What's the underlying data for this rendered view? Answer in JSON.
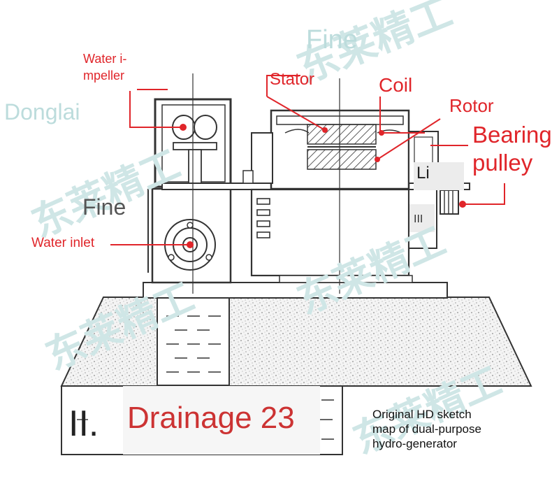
{
  "labels": {
    "water_impeller_line1": "Water i-",
    "water_impeller_line2": "mpeller",
    "stator": "Stator",
    "coil": "Coil",
    "rotor": "Rotor",
    "bearing": "Bearing",
    "pulley": "pulley",
    "water_inlet": "Water inlet",
    "tag_li": "Li",
    "tag_iii": "III"
  },
  "banner": {
    "numeral": "II.",
    "title": "Drainage 23"
  },
  "caption": {
    "line1": "Original HD sketch",
    "line2": "map of dual-purpose",
    "line3": "hydro-generator"
  },
  "watermarks": {
    "fine_top": "Fine",
    "donglai": "Donglai",
    "fine_left": "Fine",
    "chinese": "东莱精工"
  },
  "colors": {
    "label_red": "#e0252a",
    "title_red": "#cc3333",
    "watermark": "#bcdcdc",
    "line": "#222222"
  }
}
